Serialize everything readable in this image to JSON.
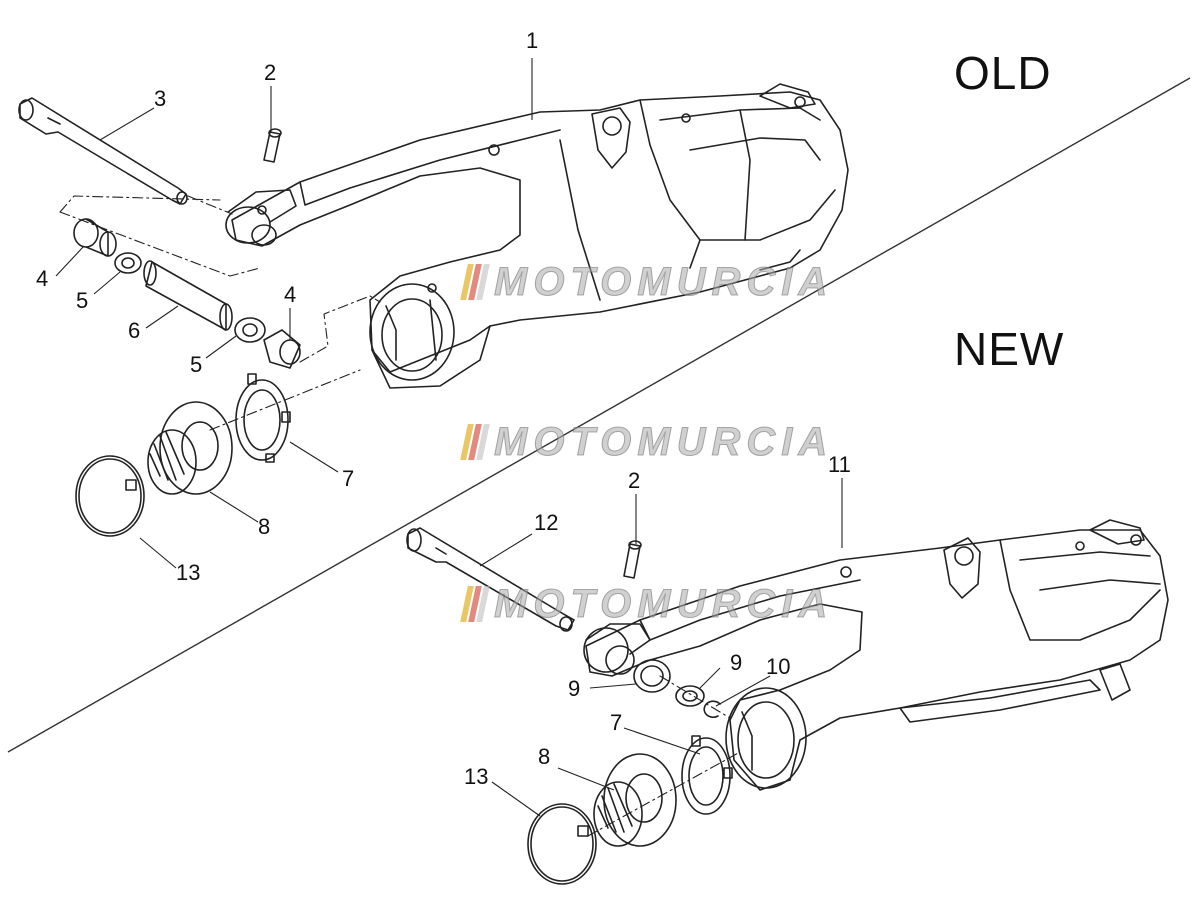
{
  "sections": {
    "old": "OLD",
    "new": "NEW"
  },
  "watermark": {
    "text": "MOTOMURCIA",
    "colors": [
      "#d9a400",
      "#d23a2a",
      "#c0c0c0"
    ]
  },
  "callouts": {
    "old": [
      "1",
      "2",
      "3",
      "4",
      "4",
      "5",
      "5",
      "6",
      "7",
      "8",
      "13"
    ],
    "new": [
      "11",
      "2",
      "12",
      "9",
      "9",
      "10",
      "7",
      "8",
      "13"
    ]
  },
  "colors": {
    "line": "#222222",
    "divider": "#333333"
  }
}
